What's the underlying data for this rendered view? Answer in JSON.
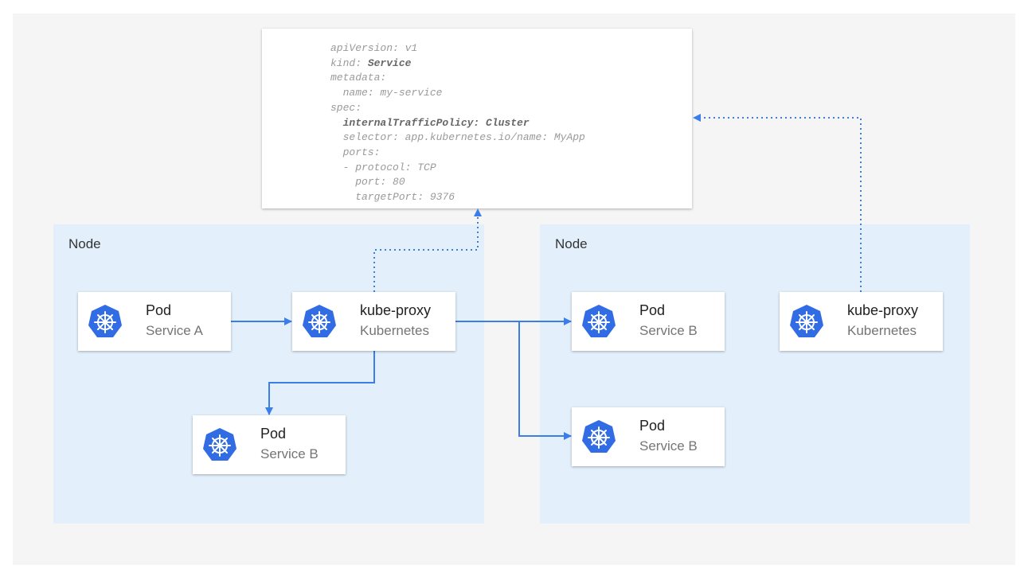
{
  "colors": {
    "accent": "#3b7de9",
    "node_bg": "#e3f0fc",
    "background": "#f5f5f5"
  },
  "yaml": {
    "lines": [
      "apiVersion: v1",
      "kind: ",
      "metadata:",
      "  name: my-service",
      "spec:",
      "  internalTrafficPolicy: Cluster",
      "  selector: app.kubernetes.io/name: MyApp",
      "  ports:",
      "  - protocol: TCP",
      "    port: 80",
      "    targetPort: 9376"
    ],
    "kind_value": "Service"
  },
  "nodes": [
    {
      "label": "Node"
    },
    {
      "label": "Node"
    }
  ],
  "cards": [
    {
      "title": "Pod",
      "subtitle": "Service A",
      "icon": "kubernetes-icon"
    },
    {
      "title": "kube-proxy",
      "subtitle": "Kubernetes",
      "icon": "kubernetes-icon"
    },
    {
      "title": "Pod",
      "subtitle": "Service B",
      "icon": "kubernetes-icon"
    },
    {
      "title": "Pod",
      "subtitle": "Service B",
      "icon": "kubernetes-icon"
    },
    {
      "title": "kube-proxy",
      "subtitle": "Kubernetes",
      "icon": "kubernetes-icon"
    },
    {
      "title": "Pod",
      "subtitle": "Service B",
      "icon": "kubernetes-icon"
    }
  ]
}
